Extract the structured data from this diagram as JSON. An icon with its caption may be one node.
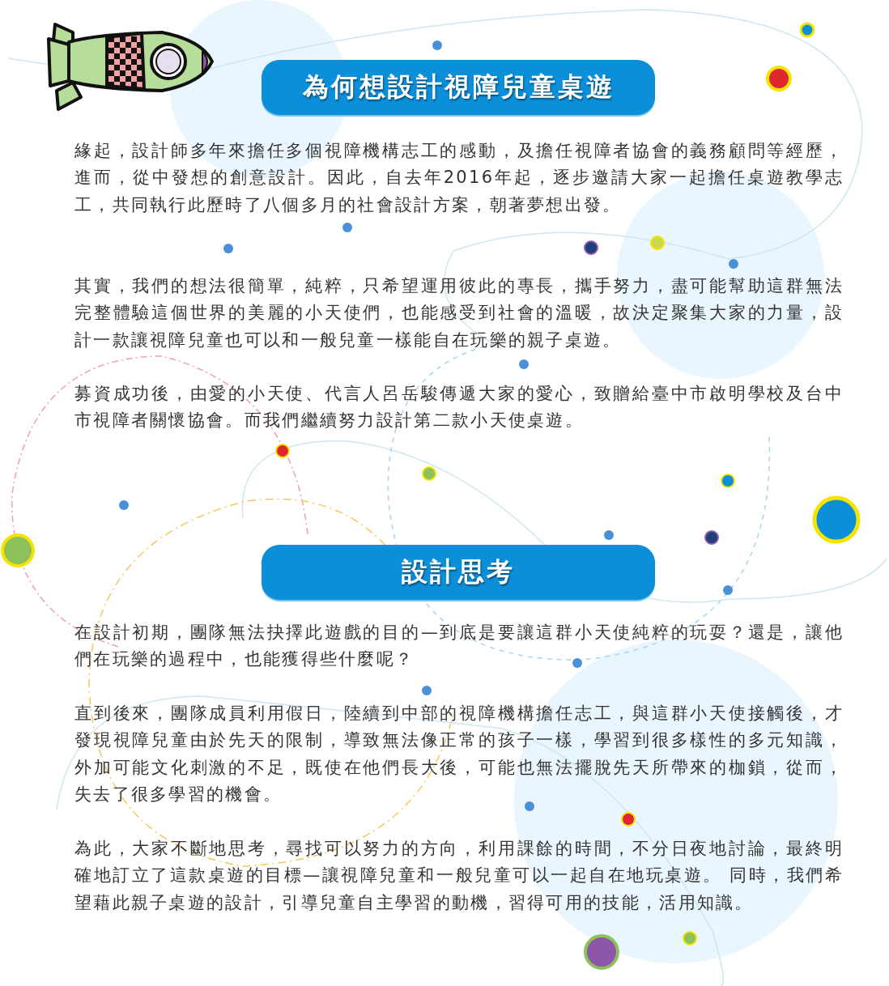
{
  "diagram": {
    "nodes": [
      {
        "text": [
          "為何想設計視障兒童桌遊"
        ]
      },
      {
        "text": [
          "設計思考"
        ]
      }
    ],
    "labels": [
      "緣起，設計師多年來擔任多個視障機構志工的感動，及擔任視障者協會的義務顧問等經歷，進而，從中發想的創意設計。因此，自去年2016年起，逐步邀請大家一起擔任桌遊教學志工，共同執行此歷時了八個多月的社會設計方案，朝著夢想出發。",
      "其實，我們的想法很簡單，純粹，只希望運用彼此的專長，攜手努力，盡可能幫助這群無法完整體驗這個世界的美麗的小天使們，也能感受到社會的溫暖，故決定聚集大家的力量，設計一款讓視障兒童也可以和一般兒童一樣能自在玩樂的親子桌遊。",
      "募資成功後，由愛的小天使、代言人呂岳駿傳遞大家的愛心，致贈給臺中市啟明學校及台中市視障者關懷協會。而我們繼續努力設計第二款小天使桌遊。",
      "在設計初期，團隊無法抉擇此遊戲的目的—到底是要讓這群小天使純粹的玩耍？還是，讓他們在玩樂的過程中，也能獲得些什麼呢？",
      "直到後來，團隊成員利用假日，陸續到中部的視障機構擔任志工，與這群小天使接觸後，才發現視障兒童由於先天的限制，導致無法像正常的孩子一樣，學習到很多樣性的多元知識，外加可能文化刺激的不足，既使在他們長大後，可能也無法擺脫先天所帶來的枷鎖，從而，失去了很多學習的機會。",
      "為此，大家不斷地思考，尋找可以努力的方向，利用課餘的時間，不分日夜地討論，最終明確地訂立了這款桌遊的目標—讓視障兒童和一般兒童可以一起自在地玩桌遊。 同時，我們希望藉此親子桌遊的設計，引導兒童自主學習的動機，習得可用的技能，活用知識。"
    ]
  }
}
